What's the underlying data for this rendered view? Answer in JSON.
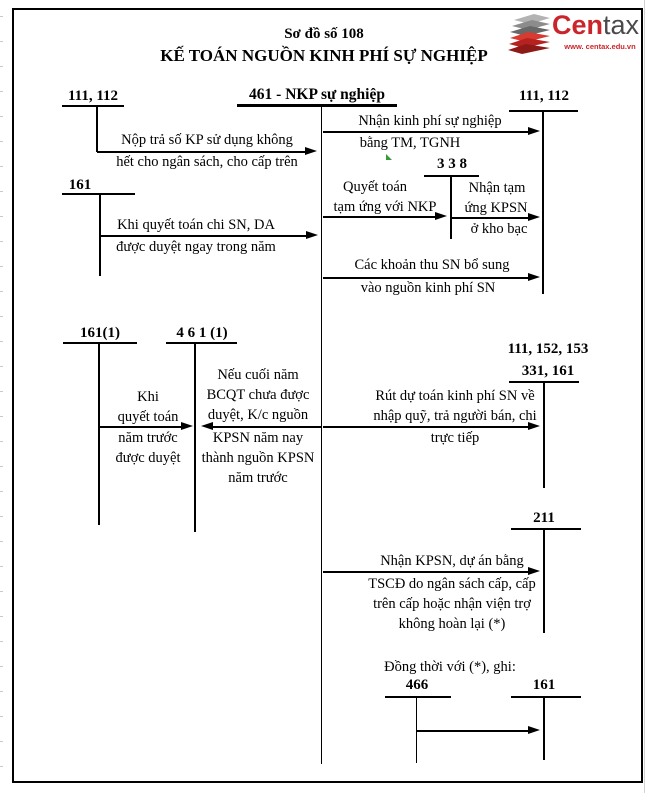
{
  "title": {
    "line1": "Sơ đồ số 108",
    "line2": "KẾ TOÁN NGUỒN KINH PHÍ SỰ NGHIỆP"
  },
  "logo": {
    "brand_red_text": "Cen",
    "brand_gray_text": "tax",
    "website": "www. centax.edu.vn",
    "brand_red": "#c9252b",
    "brand_gray": "#4a4a4c"
  },
  "accounts": {
    "left_top": "111, 112",
    "left_161": "161",
    "center_461": "461 - NKP sự nghiệp",
    "right_top": "111, 112",
    "acc_338": "3 3 8",
    "acc_161_1": "161(1)",
    "acc_461_1": "4 6 1 (1)",
    "right_mid_l1": "111, 152, 153",
    "right_mid_l2": "331, 161",
    "acc_211": "211",
    "acc_466": "466",
    "acc_161_bottom": "161"
  },
  "flows": {
    "nop_tra": {
      "l1": "Nộp trả số KP sử dụng không",
      "l2": "hết cho ngân sách, cho cấp trên"
    },
    "khi_quyet_toan_chi": {
      "l1": "Khi quyết toán chi SN, DA",
      "l2": "được duyệt ngay trong năm"
    },
    "nhan_kinh_phi": {
      "l1": "Nhận kinh phí sự nghiệp",
      "l2": "bằng TM, TGNH"
    },
    "quyet_toan_tam_ung": {
      "l1": "Quyết toán",
      "l2": "tạm ứng với NKP"
    },
    "nhan_tam_ung": {
      "l1": "Nhận tạm",
      "l2": "ứng KPSN",
      "l3": "ở kho bạc"
    },
    "cac_khoan_thu": {
      "l1": "Các khoản thu SN bổ sung",
      "l2": "vào nguồn kinh phí SN"
    },
    "khi_qt_nam_truoc": {
      "l1": "Khi",
      "l2": "quyết toán",
      "l3": "năm trước",
      "l4": "được duyệt"
    },
    "neu_cuoi_nam": {
      "l1": "Nếu cuối năm",
      "l2": "BCQT chưa được",
      "l3": "duyệt, K/c nguồn",
      "l4": "KPSN năm nay",
      "l5": "thành nguồn KPSN",
      "l6": "năm trước"
    },
    "rut_du_toan": {
      "l1": "Rút dự toán kinh phí SN về",
      "l2": "nhập quỹ, trả người bán, chi",
      "l3": "trực tiếp"
    },
    "nhan_kpsn_tscd": {
      "l1": "Nhận KPSN, dự án bằng",
      "l2": "TSCĐ do ngân sách cấp, cấp",
      "l3": "trên cấp hoặc nhận viện trợ",
      "l4": "không hoàn lại (*)"
    },
    "dong_thoi": "Đồng thời với (*), ghi:"
  }
}
